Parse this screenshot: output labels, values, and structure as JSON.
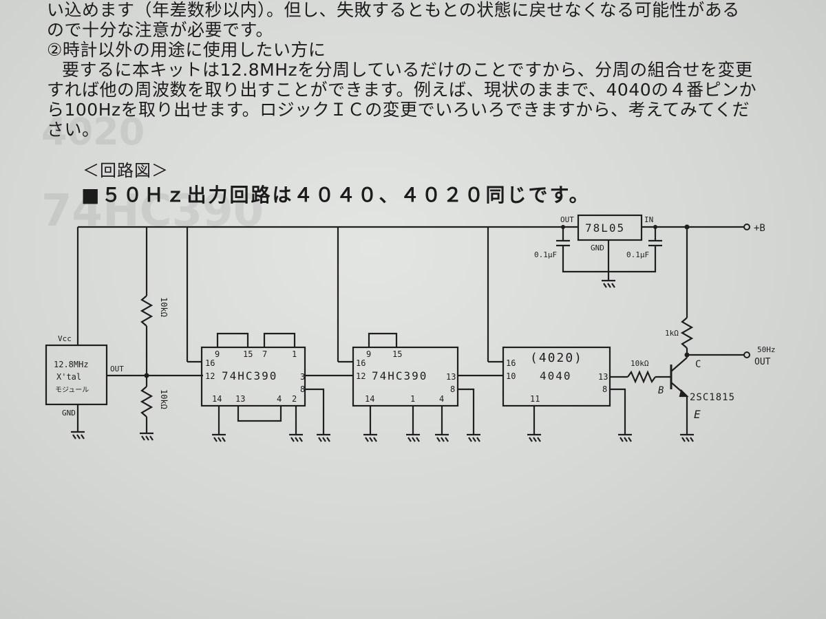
{
  "text": {
    "lines": [
      "い込めます（年差数秒以内）。但し、失敗するともとの状態に戻せなくなる可能性がある",
      "ので十分な注意が必要です。",
      "②時計以外の用途に使用したい方に",
      "要するに本キットは12.8MHzを分周しているだけのことですから、分周の組合せを変更",
      "すれば他の周波数を取り出すことができます。例えば、現状のままで、4040の４番ピンか",
      "ら100Hzを取り出せます。ロジックＩＣの変更でいろいろできますから、考えてみてくだ",
      "さい。"
    ],
    "section_title": "＜回路図＞",
    "subtitle": "■５０Ｈｚ出力回路は４０４０、４０２０同じです。"
  },
  "diagram": {
    "crystal": {
      "line1": "12.8MHz",
      "line2": "X'tal",
      "line3": "モジュール",
      "vcc": "Vcc",
      "gnd": "GND",
      "out": "OUT"
    },
    "r_top": "10kΩ",
    "r_bottom": "10kΩ",
    "ic1": {
      "name": "74HC390",
      "pins_top": [
        "9",
        "15",
        "7",
        "1"
      ],
      "pins_left": [
        "16",
        "12"
      ],
      "pins_right": [
        "3",
        "8"
      ],
      "pins_bottom": [
        "14",
        "13",
        "4",
        "2"
      ]
    },
    "ic2": {
      "name": "74HC390",
      "pins_top": [
        "9",
        "15"
      ],
      "pins_left": [
        "16",
        "12"
      ],
      "pins_right": [
        "13",
        "8"
      ],
      "pins_bottom": [
        "14",
        "1",
        "4"
      ]
    },
    "ic3": {
      "name": "4040",
      "alt": "(4020)",
      "pins_left": [
        "16",
        "10"
      ],
      "pins_right": [
        "13",
        "8"
      ],
      "pins_bottom": [
        "11"
      ]
    },
    "regulator": {
      "name": "78L05",
      "out": "OUT",
      "in": "IN",
      "gnd": "GND",
      "cap_left": "0.1μF",
      "cap_right": "0.1μF"
    },
    "supply": "+B",
    "r_base": "10kΩ",
    "r_collector": "1kΩ",
    "transistor": {
      "name": "2SC1815",
      "b": "B",
      "c": "C",
      "e": "E"
    },
    "output": {
      "freq": "50Hz",
      "label": "OUT"
    }
  }
}
